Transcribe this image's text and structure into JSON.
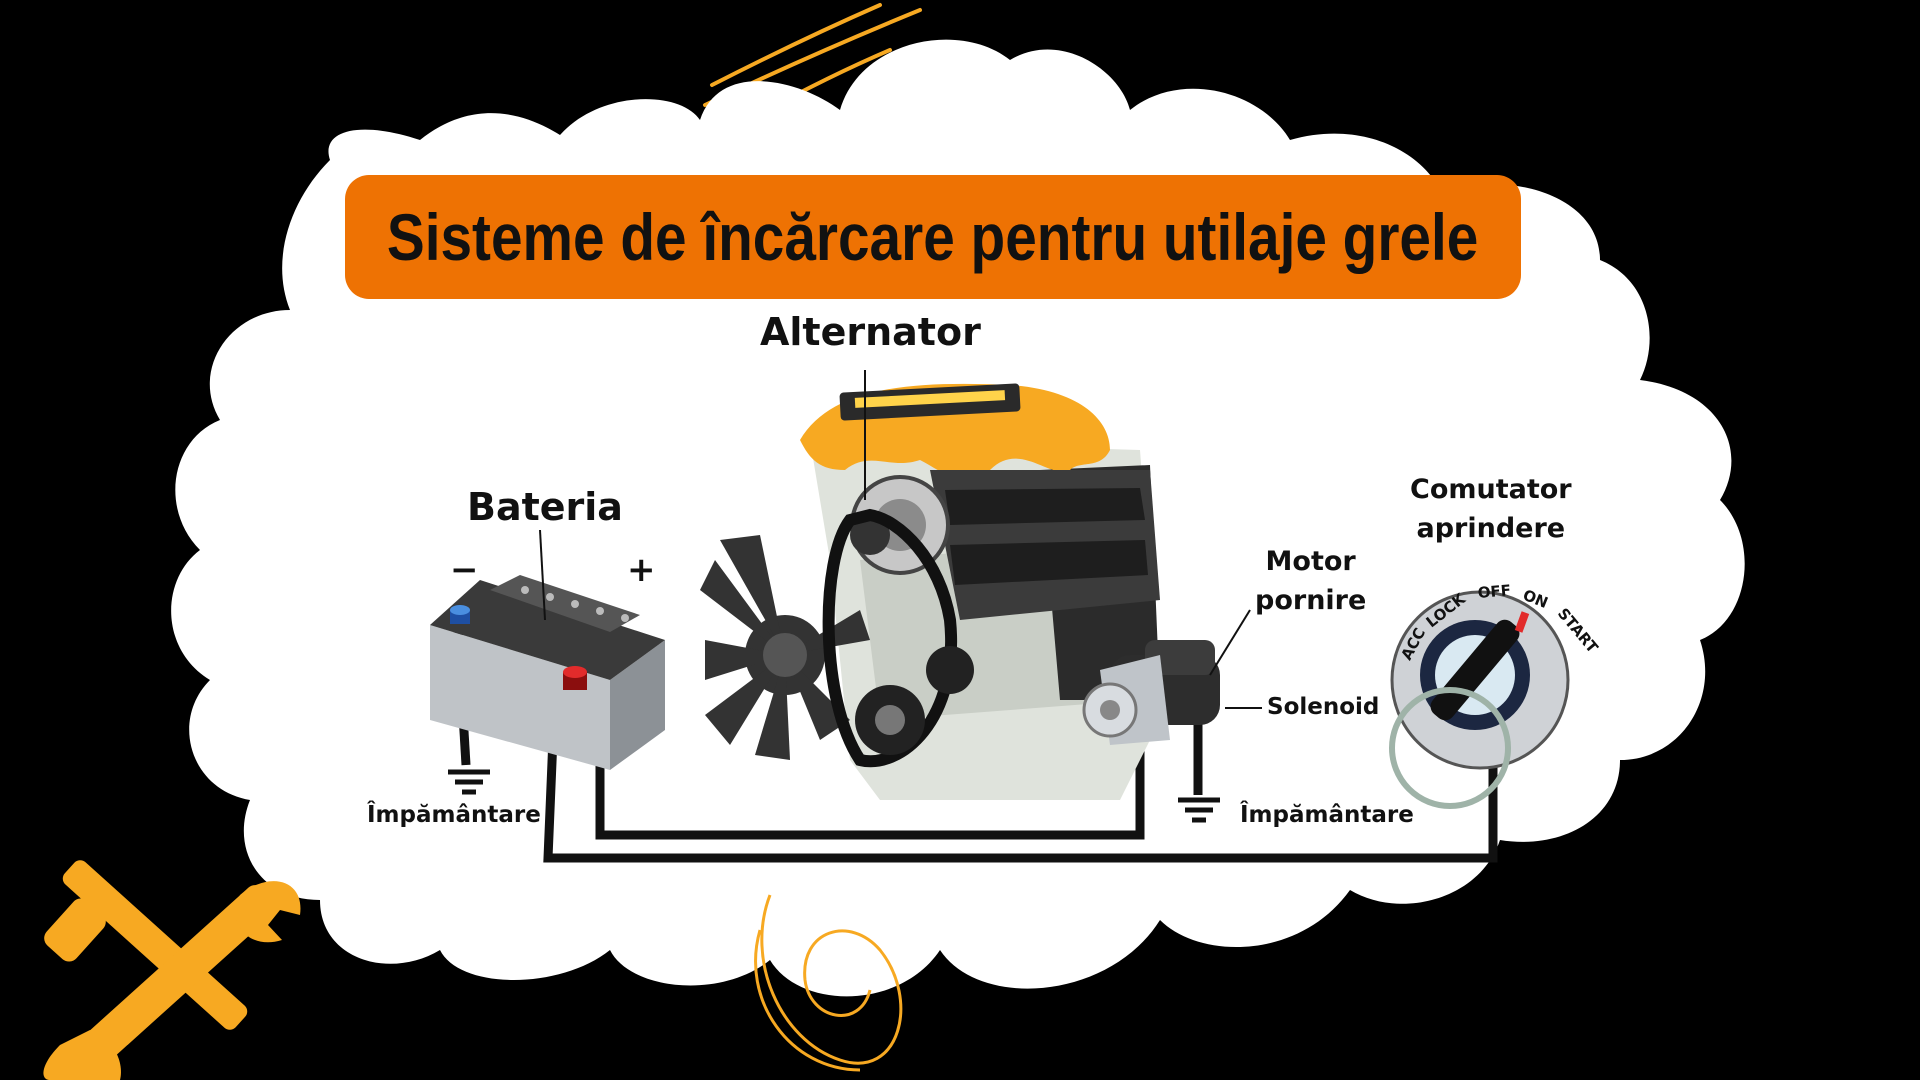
{
  "title": "Sisteme de încărcare pentru utilaje grele",
  "labels": {
    "alternator": "Alternator",
    "battery": "Bateria",
    "minus": "−",
    "plus": "+",
    "ground_left": "Împământare",
    "ground_right": "Împământare",
    "starter_line1": "Motor",
    "starter_line2": "pornire",
    "solenoid": "Solenoid",
    "ignition_line1": "Comutator",
    "ignition_line2": "aprindere"
  },
  "ignition_positions": [
    "ACC",
    "LOCK",
    "OFF",
    "ON",
    "START"
  ],
  "colors": {
    "background": "#000000",
    "cloud": "#ffffff",
    "banner": "#ee7203",
    "accent_yellow": "#f7a922",
    "wire": "#111111"
  },
  "icons": [
    "tools-icon",
    "battery-icon",
    "engine-icon",
    "starter-motor-icon",
    "ignition-switch-icon",
    "ground-symbol-icon"
  ]
}
